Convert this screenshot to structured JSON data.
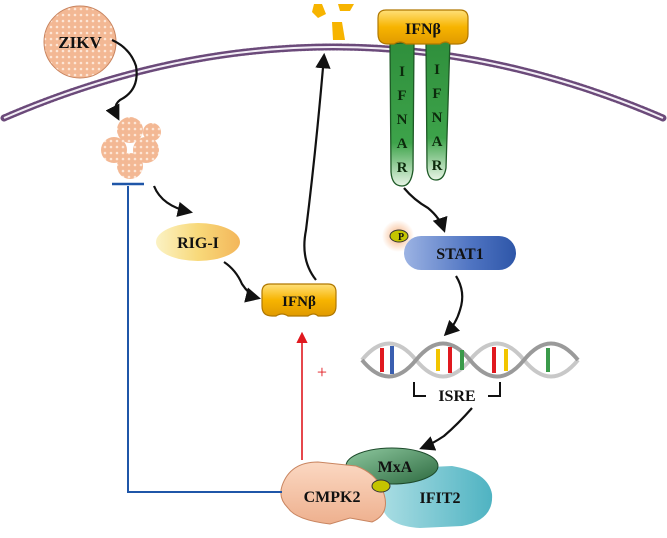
{
  "nodes": {
    "zikv": "ZIKV",
    "rig_i": "RIG-I",
    "ifnb_cytoplasm": "IFNβ",
    "ifnb_membrane": "IFNβ",
    "ifnar_left": [
      "I",
      "F",
      "N",
      "A",
      "R"
    ],
    "ifnar_right": [
      "I",
      "F",
      "N",
      "A",
      "R"
    ],
    "phospho": "P",
    "stat1": "STAT1",
    "isre": "ISRE",
    "mxa": "MxA",
    "cmpk2": "CMPK2",
    "ifit2": "IFIT2"
  },
  "edges": [
    {
      "from": "zikv",
      "to": "zikv_cluster",
      "kind": "activation"
    },
    {
      "from": "zikv_cluster",
      "to": "rig_i",
      "kind": "activation"
    },
    {
      "from": "rig_i",
      "to": "ifnb_cytoplasm",
      "kind": "activation"
    },
    {
      "from": "ifnb_cytoplasm",
      "to": "secretion",
      "kind": "activation"
    },
    {
      "from": "ifnar",
      "to": "stat1",
      "kind": "activation"
    },
    {
      "from": "stat1",
      "to": "isre",
      "kind": "activation"
    },
    {
      "from": "isre",
      "to": "mxa",
      "kind": "activation"
    },
    {
      "from": "cmpk2",
      "to": "ifnb_cytoplasm",
      "kind": "promotion",
      "label": "+"
    },
    {
      "from": "cmpk2",
      "to": "zikv_cluster",
      "kind": "inhibition"
    }
  ],
  "colors": {
    "zikv_fill": "#f2b48f",
    "ifnb_fill": "#f7b400",
    "ifnar_fill": "#2e8b3a",
    "stat1_fill": "#3f67b8",
    "mxa_fill": "#2d6a40",
    "cmpk2_fill": "#f0b896",
    "ifit2_fill": "#6cc0cc",
    "promotion_arrow": "#e0191f",
    "inhibition_line": "#1f56a8"
  }
}
